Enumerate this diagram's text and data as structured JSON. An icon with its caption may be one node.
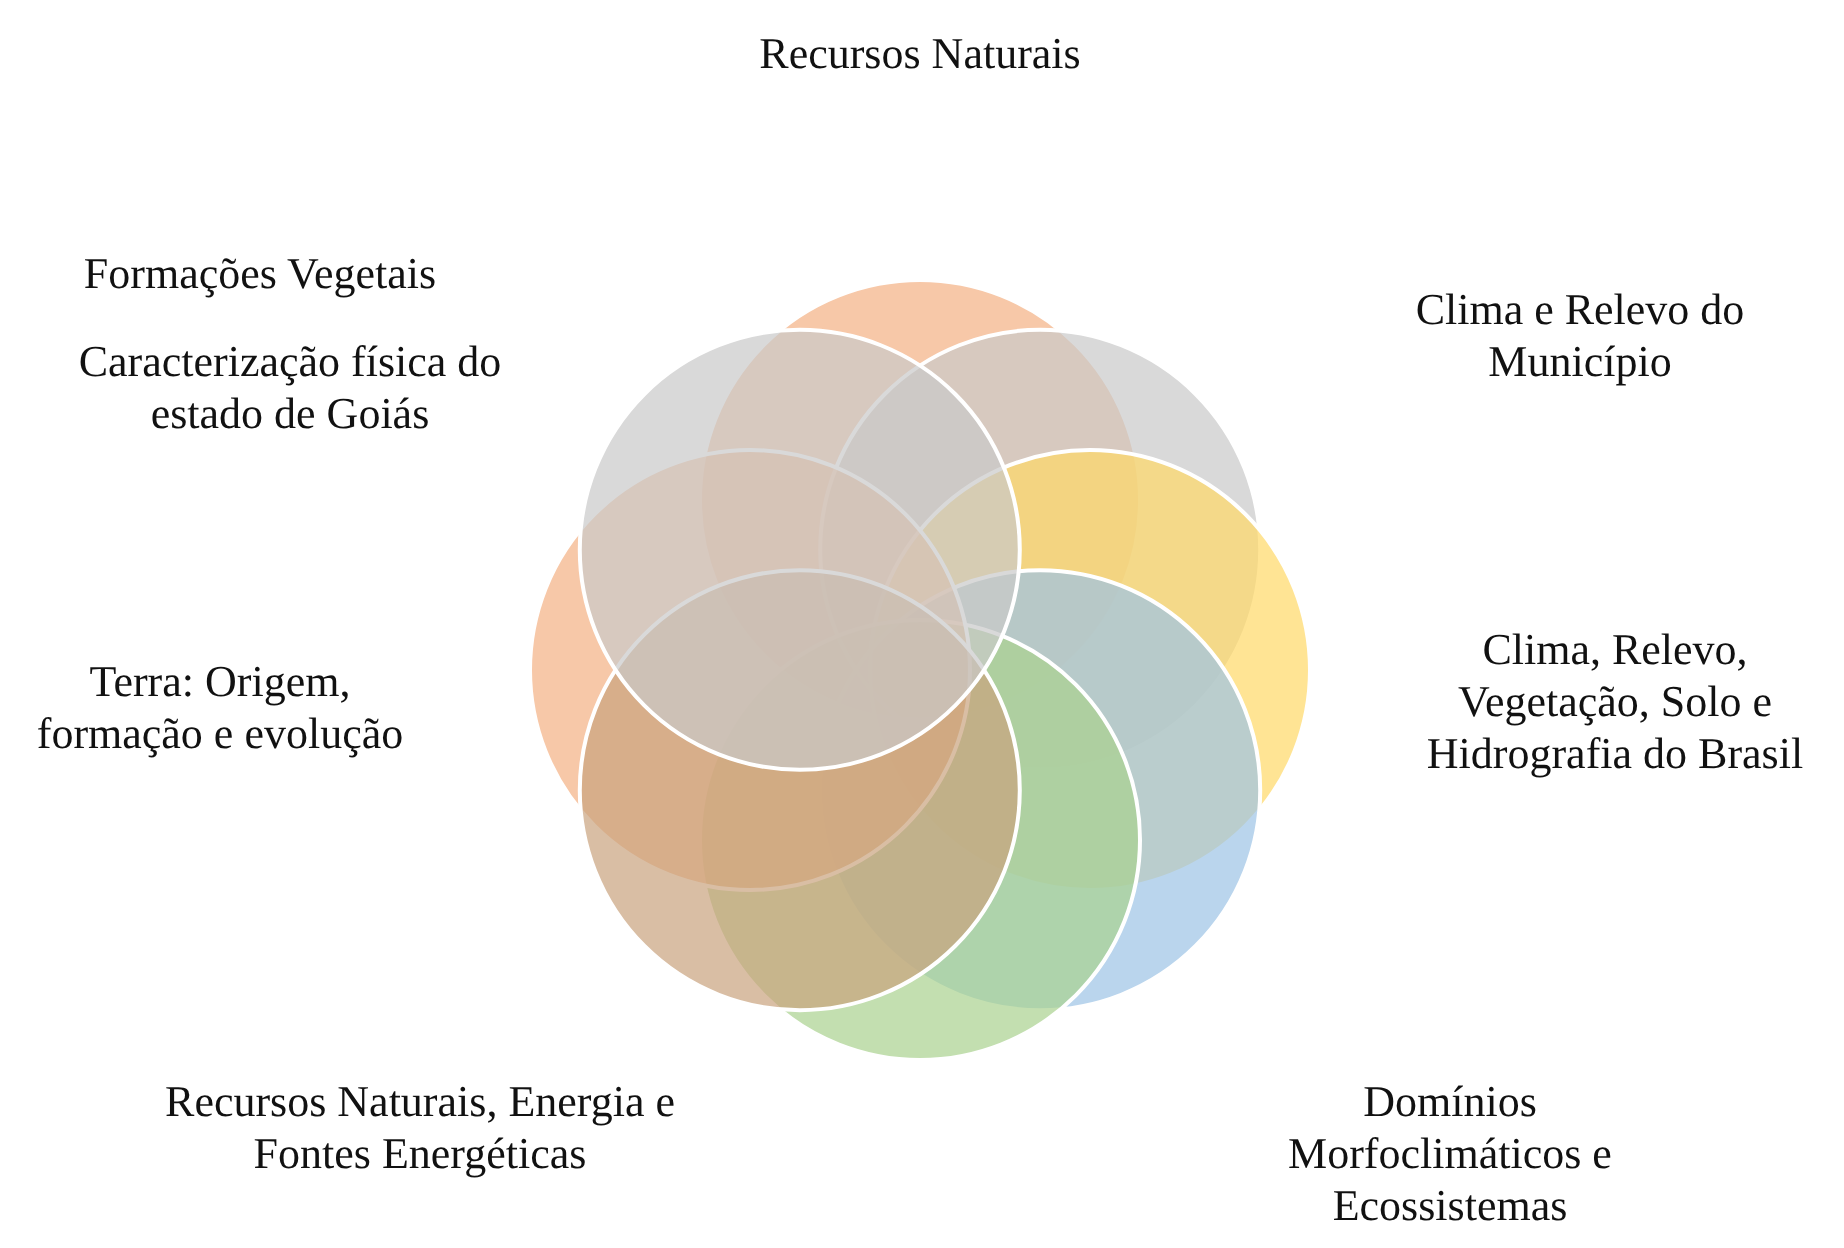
{
  "diagram": {
    "labels": [
      "Recursos Naturais",
      "Formações Vegetais",
      "Clima e Relevo do Município",
      "Caracterização física do estado de Goiás",
      "Terra: Origem, formação e evolução",
      "Clima, Relevo, Vegetação, Solo e Hidrografia do Brasil",
      "Recursos Naturais, Energia e Fontes Energéticas",
      "Domínios Morfoclimáticos e Ecossistemas"
    ]
  }
}
